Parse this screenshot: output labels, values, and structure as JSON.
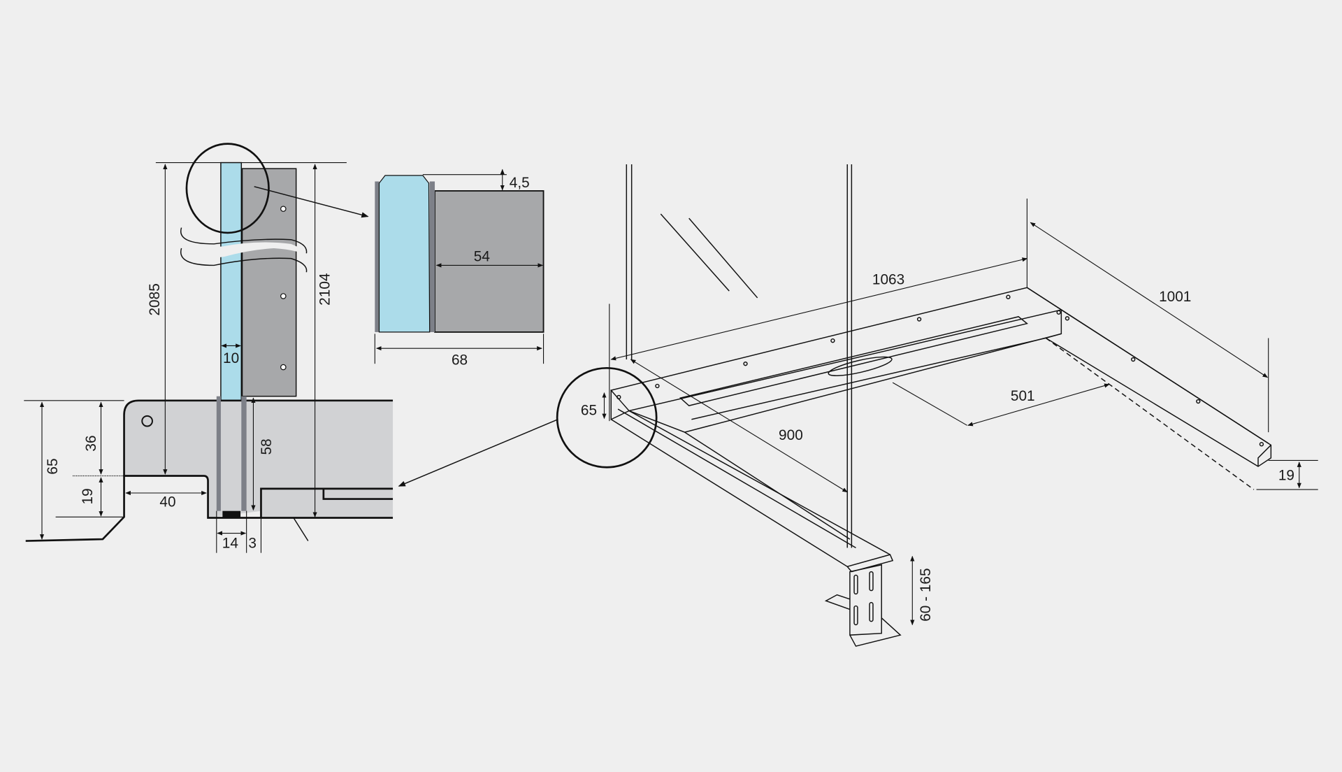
{
  "colors": {
    "background": "#efefef",
    "glass": "#acdcea",
    "plate": "#a7a8aa",
    "profile": "#d1d2d4",
    "channel": "#7d8088"
  },
  "section_view": {
    "dims": {
      "height_glass": "2085",
      "height_total": "2104",
      "glass_thickness": "10",
      "channel_depth": "58",
      "profile_height": "65",
      "profile_upper": "36",
      "profile_lower": "19",
      "lip_width": "40",
      "channel_width": "14",
      "gap": "3"
    }
  },
  "detail_view": {
    "dims": {
      "top_offset": "4,5",
      "plate_width": "54",
      "total_width": "68"
    }
  },
  "frame_view": {
    "dims": {
      "length": "1063",
      "width": "1001",
      "depth": "900",
      "inner": "501",
      "height_left": "65",
      "height_right": "19",
      "adjust_range": "60 - 165"
    }
  }
}
